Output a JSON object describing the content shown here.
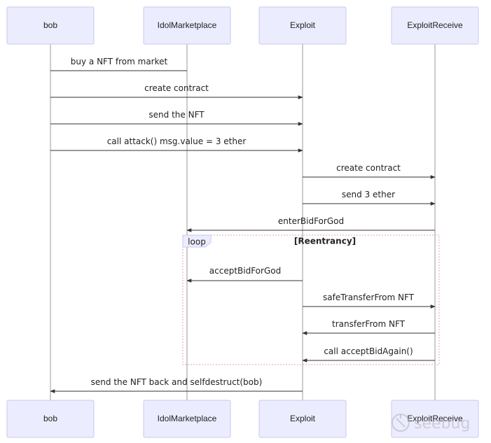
{
  "actors": [
    "bob",
    "IdolMarketplace",
    "Exploit",
    "ExploitReceive"
  ],
  "messages": [
    {
      "from": 1,
      "to": 0,
      "text": "buy a NFT from market"
    },
    {
      "from": 0,
      "to": 2,
      "text": "create contract"
    },
    {
      "from": 0,
      "to": 2,
      "text": "send the NFT"
    },
    {
      "from": 0,
      "to": 2,
      "text": "call attack() msg.value = 3 ether"
    },
    {
      "from": 2,
      "to": 3,
      "text": "create contract"
    },
    {
      "from": 2,
      "to": 3,
      "text": "send 3 ether"
    },
    {
      "from": 3,
      "to": 1,
      "text": "enterBidForGod"
    },
    {
      "from": 2,
      "to": 1,
      "text": "acceptBidForGod"
    },
    {
      "from": 2,
      "to": 3,
      "text": "safeTransferFrom NFT"
    },
    {
      "from": 3,
      "to": 2,
      "text": "transferFrom NFT"
    },
    {
      "from": 3,
      "to": 2,
      "text": "call acceptBidAgain()"
    },
    {
      "from": 2,
      "to": 0,
      "text": "send the NFT back and selfdestruct(bob)"
    }
  ],
  "loop": {
    "label": "loop",
    "condition": "[Reentrancy]"
  },
  "watermark": {
    "text": "seebug",
    "icon": "seebug-logo-icon"
  }
}
